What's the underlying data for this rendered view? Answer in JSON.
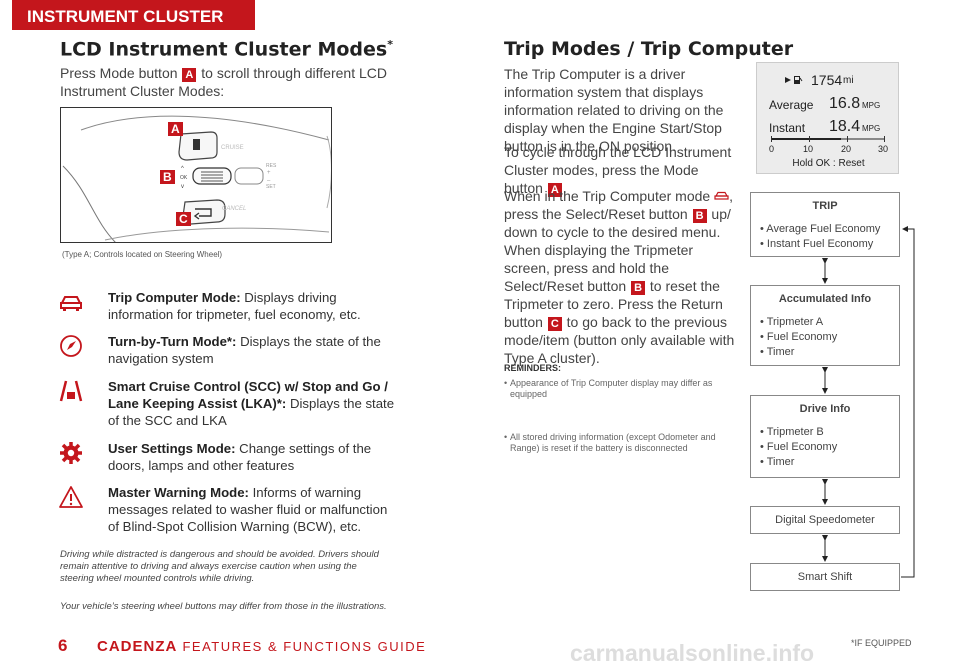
{
  "header": {
    "section": "INSTRUMENT CLUSTER"
  },
  "left": {
    "title": "LCD Instrument Cluster Modes",
    "title_asterisk": "*",
    "intro_pre": "Press Mode button",
    "intro_marker": "A",
    "intro_post": " to scroll through different LCD Instrument Cluster Modes:",
    "illustration": {
      "caption": "(Type A; Controls located on Steering Wheel)",
      "labels": [
        "A",
        "B",
        "C"
      ],
      "button_text": {
        "cruise": "CRUISE",
        "ok": "OK",
        "res": "RES",
        "plus": "+",
        "minus": "–",
        "set": "SET",
        "cancel": "CANCEL"
      }
    },
    "modes": [
      {
        "icon": "car-icon",
        "name": "Trip Computer Mode:",
        "desc": " Displays driving information for tripmeter, fuel economy, etc."
      },
      {
        "icon": "compass-icon",
        "name": "Turn-by-Turn Mode*:",
        "desc": " Displays the state of the navigation system"
      },
      {
        "icon": "lane-icon",
        "name": "Smart Cruise Control (SCC) w/ Stop and Go / Lane Keeping Assist (LKA)*:",
        "desc": " Displays the state of the SCC and LKA"
      },
      {
        "icon": "gear-icon",
        "name": "User Settings Mode:",
        "desc": " Change settings of the doors, lamps and other features"
      },
      {
        "icon": "warning-icon",
        "name": "Master Warning Mode:",
        "desc": " Informs of warning messages related to washer fluid or malfunction of Blind-Spot Collision Warning (BCW), etc."
      }
    ],
    "note_distracted": "Driving while distracted is dangerous and should be avoided. Drivers should remain attentive to driving and always exercise caution when using the steering wheel mounted controls while driving.",
    "note_buttons": "Your vehicle’s steering wheel buttons may differ from those in the illustrations."
  },
  "right": {
    "title": "Trip Modes / Trip Computer",
    "p1": "The Trip Computer is a driver information system that displays information related to driving on the display when the Engine Start/Stop button is in the ON position.",
    "p2_pre": "To cycle through the LCD Instrument Cluster modes, press the Mode button",
    "p2_marker": "A",
    "p2_post": ".",
    "p3_a": "When in the Trip Computer mode",
    "p3_b": ", press the Select/Reset button",
    "p3_m1": "B",
    "p3_c": " up/ down to cycle to the desired menu. When displaying the Tripmeter screen, press and hold the Select/Reset button",
    "p3_m2": "B",
    "p3_d": " to reset the Tripmeter to zero. Press the Return button",
    "p3_m3": "C",
    "p3_e": " to go back to the previous mode/item (button only available with Type A cluster).",
    "reminders_title": "REMINDERS:",
    "reminders": [
      "Appearance of Trip Computer display may differ as equipped",
      "All stored driving information (except Odometer and Range) is reset if the battery is disconnected"
    ],
    "display": {
      "range_value": "1754",
      "range_unit": "mi",
      "avg_label": "Average",
      "avg_value": "16.8",
      "avg_unit": "MPG",
      "inst_label": "Instant",
      "inst_value": "18.4",
      "inst_unit": "MPG",
      "scale": [
        "0",
        "10",
        "20",
        "30"
      ],
      "instant_level_mpg": 18.4,
      "hold": "Hold OK : Reset"
    },
    "flow": [
      {
        "title": "TRIP",
        "items": [
          "• Average Fuel Economy",
          "• Instant Fuel Economy"
        ]
      },
      {
        "title": "Accumulated Info",
        "items": [
          "• Tripmeter A",
          "• Fuel Economy",
          "• Timer"
        ]
      },
      {
        "title": "Drive Info",
        "items": [
          "• Tripmeter B",
          "• Fuel Economy",
          "• Timer"
        ]
      },
      {
        "title": "Digital Speedometer",
        "items": []
      },
      {
        "title": "Smart Shift",
        "items": []
      }
    ]
  },
  "footer": {
    "page": "6",
    "brand": "CADENZA",
    "guide": " FEATURES & FUNCTIONS GUIDE",
    "note": "*IF EQUIPPED",
    "watermark": "carmanualsonline.info"
  }
}
